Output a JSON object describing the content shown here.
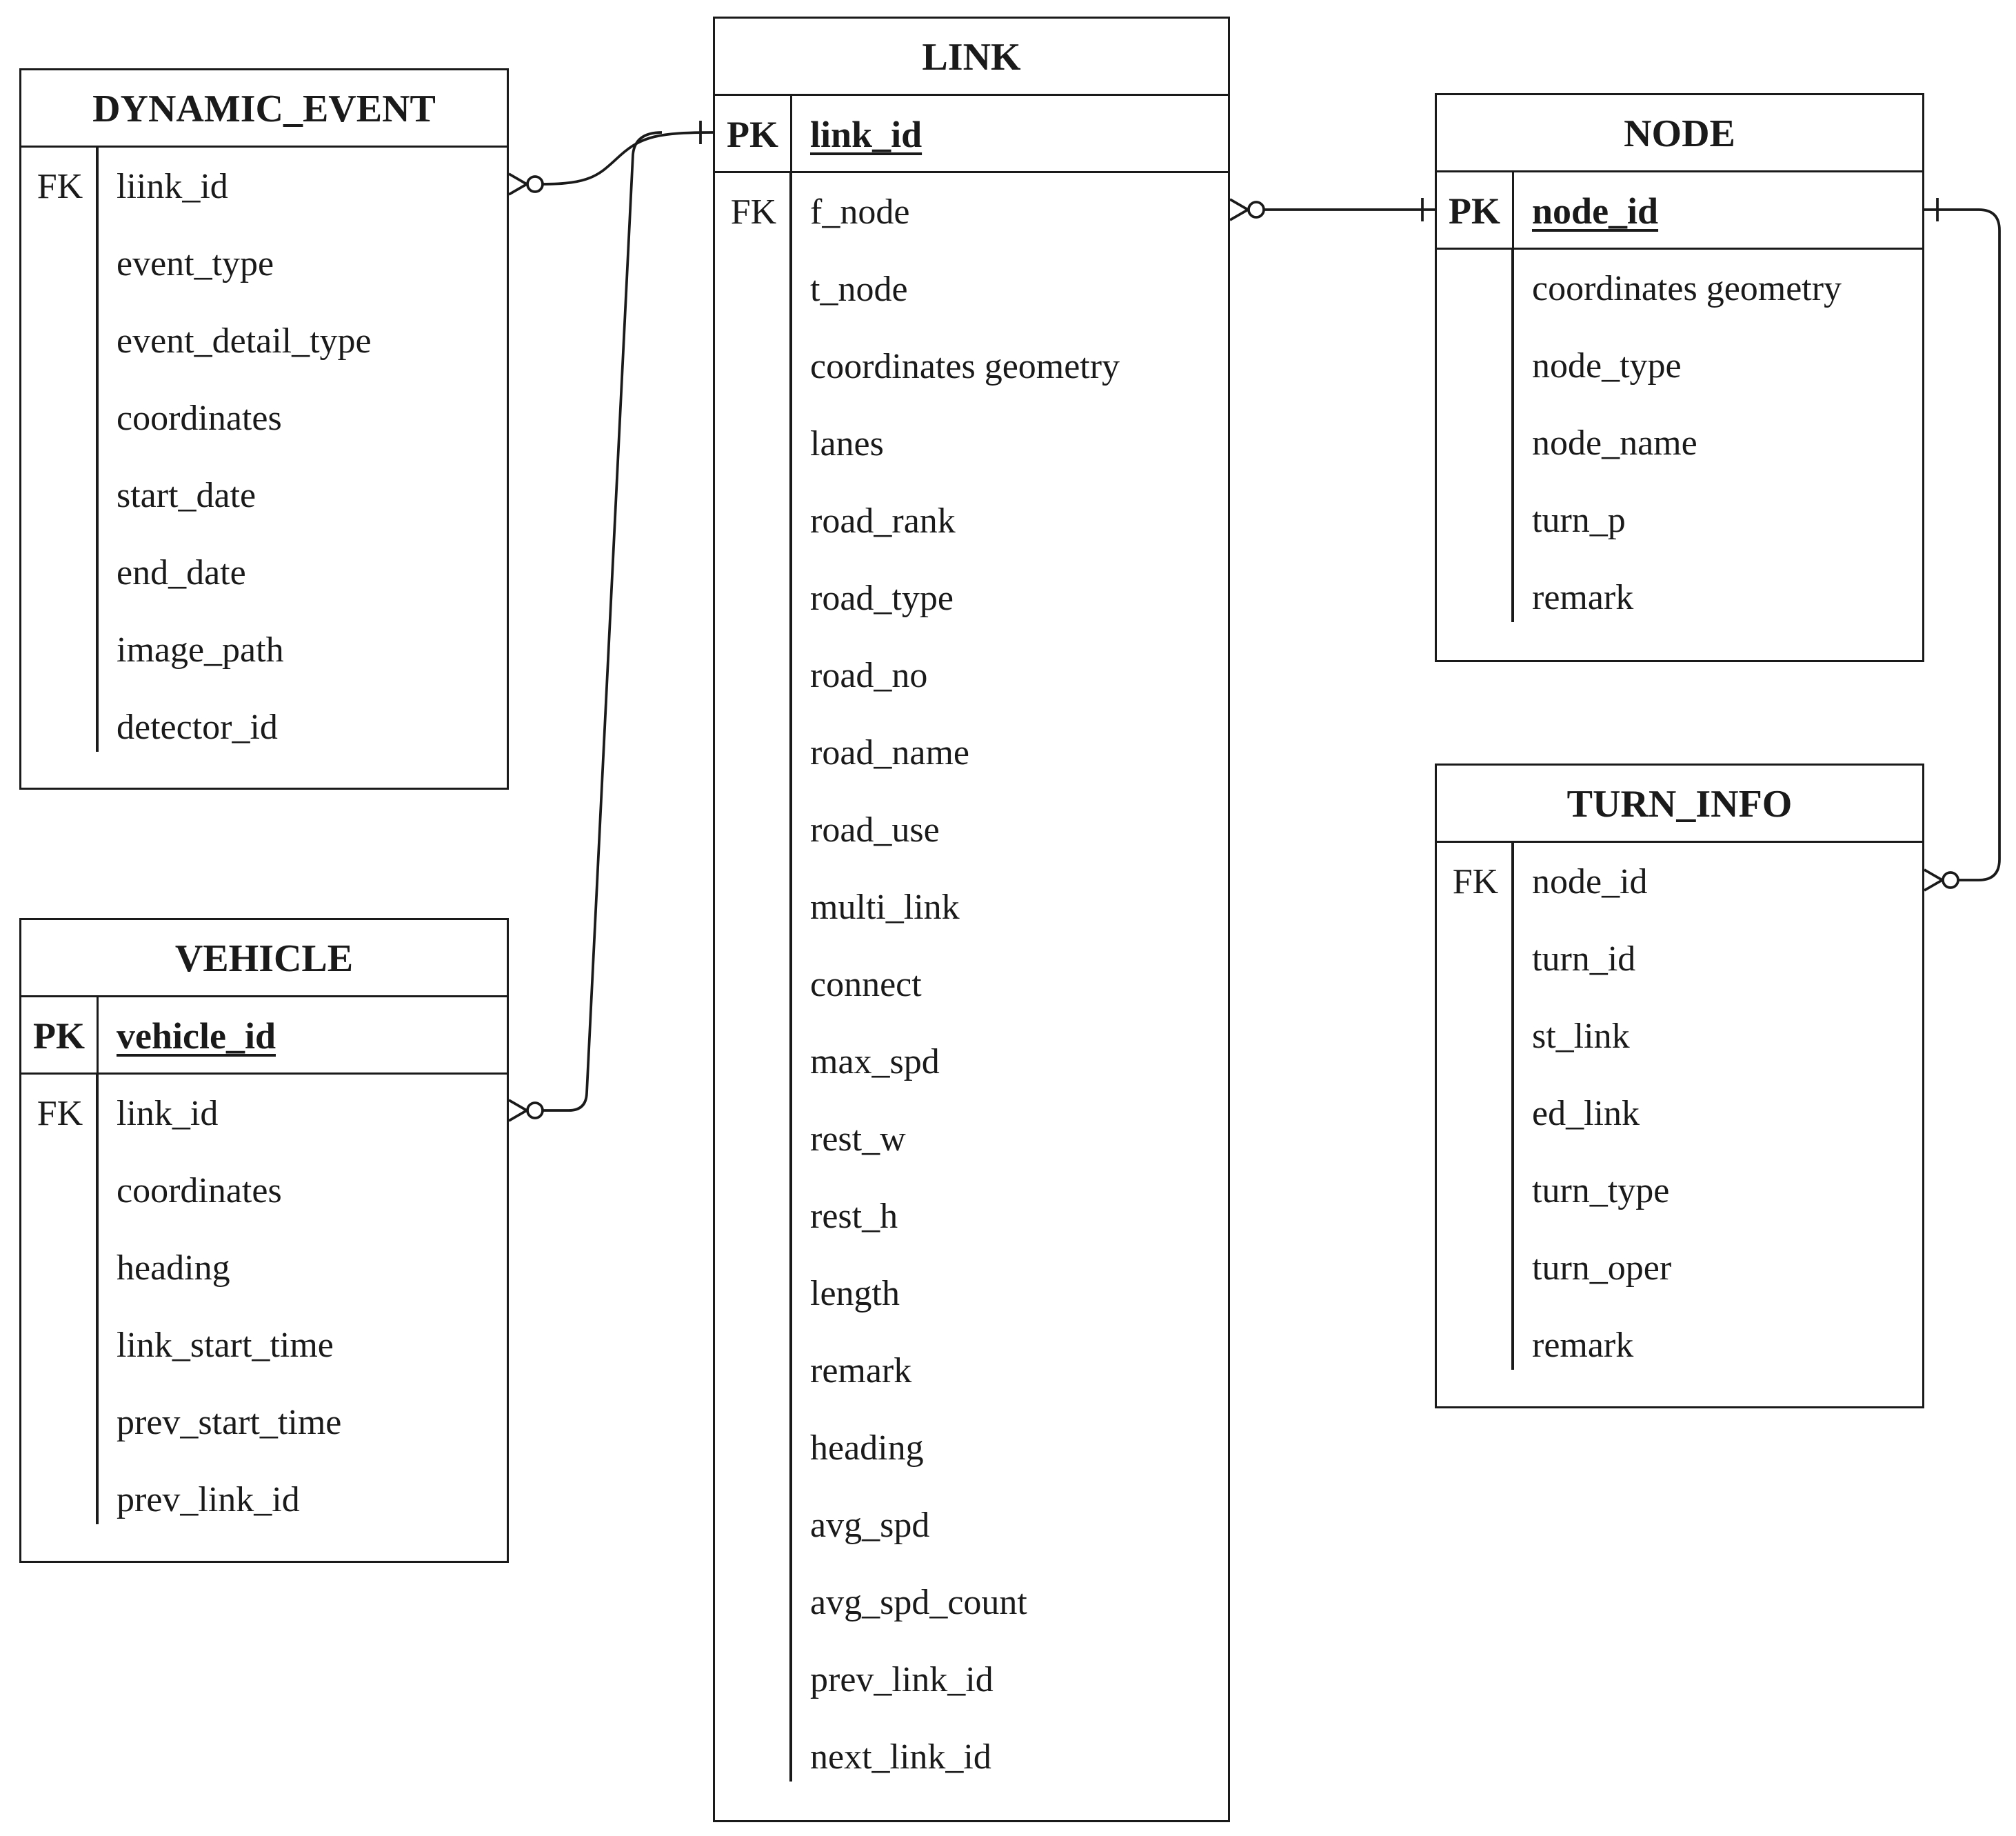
{
  "colors": {
    "line": "#1a1a1a",
    "background": "#ffffff"
  },
  "entities": {
    "dynamic_event": {
      "title": "DYNAMIC_EVENT",
      "attributes": [
        {
          "key": "FK",
          "name": "liink_id"
        },
        {
          "key": "",
          "name": "event_type"
        },
        {
          "key": "",
          "name": "event_detail_type"
        },
        {
          "key": "",
          "name": "coordinates"
        },
        {
          "key": "",
          "name": "start_date"
        },
        {
          "key": "",
          "name": "end_date"
        },
        {
          "key": "",
          "name": "image_path"
        },
        {
          "key": "",
          "name": "detector_id"
        }
      ]
    },
    "vehicle": {
      "title": "VEHICLE",
      "pk": {
        "key": "PK",
        "name": "vehicle_id"
      },
      "attributes": [
        {
          "key": "FK",
          "name": "link_id"
        },
        {
          "key": "",
          "name": "coordinates"
        },
        {
          "key": "",
          "name": "heading"
        },
        {
          "key": "",
          "name": "link_start_time"
        },
        {
          "key": "",
          "name": "prev_start_time"
        },
        {
          "key": "",
          "name": "prev_link_id"
        }
      ]
    },
    "link": {
      "title": "LINK",
      "pk": {
        "key": "PK",
        "name": "link_id"
      },
      "attributes": [
        {
          "key": "FK",
          "name": "f_node"
        },
        {
          "key": "",
          "name": "t_node"
        },
        {
          "key": "",
          "name": "coordinates geometry"
        },
        {
          "key": "",
          "name": "lanes"
        },
        {
          "key": "",
          "name": "road_rank"
        },
        {
          "key": "",
          "name": "road_type"
        },
        {
          "key": "",
          "name": "road_no"
        },
        {
          "key": "",
          "name": "road_name"
        },
        {
          "key": "",
          "name": "road_use"
        },
        {
          "key": "",
          "name": "multi_link"
        },
        {
          "key": "",
          "name": "connect"
        },
        {
          "key": "",
          "name": "max_spd"
        },
        {
          "key": "",
          "name": "rest_w"
        },
        {
          "key": "",
          "name": "rest_h"
        },
        {
          "key": "",
          "name": "length"
        },
        {
          "key": "",
          "name": "remark"
        },
        {
          "key": "",
          "name": "heading"
        },
        {
          "key": "",
          "name": "avg_spd"
        },
        {
          "key": "",
          "name": "avg_spd_count"
        },
        {
          "key": "",
          "name": "prev_link_id"
        },
        {
          "key": "",
          "name": "next_link_id"
        }
      ]
    },
    "node": {
      "title": "NODE",
      "pk": {
        "key": "PK",
        "name": "node_id"
      },
      "attributes": [
        {
          "key": "",
          "name": "coordinates geometry"
        },
        {
          "key": "",
          "name": "node_type"
        },
        {
          "key": "",
          "name": "node_name"
        },
        {
          "key": "",
          "name": "turn_p"
        },
        {
          "key": "",
          "name": "remark"
        }
      ]
    },
    "turn_info": {
      "title": "TURN_INFO",
      "attributes": [
        {
          "key": "FK",
          "name": "node_id"
        },
        {
          "key": "",
          "name": "turn_id"
        },
        {
          "key": "",
          "name": "st_link"
        },
        {
          "key": "",
          "name": "ed_link"
        },
        {
          "key": "",
          "name": "turn_type"
        },
        {
          "key": "",
          "name": "turn_oper"
        },
        {
          "key": "",
          "name": "remark"
        }
      ]
    }
  },
  "relationships": [
    {
      "from": "dynamic_event.liink_id",
      "to": "link.link_id",
      "from_cardinality": "zero-or-many",
      "to_cardinality": "one"
    },
    {
      "from": "vehicle.link_id",
      "to": "link.link_id",
      "from_cardinality": "zero-or-many",
      "to_cardinality": "one"
    },
    {
      "from": "link.f_node",
      "to": "node.node_id",
      "from_cardinality": "zero-or-many",
      "to_cardinality": "one"
    },
    {
      "from": "turn_info.node_id",
      "to": "node.node_id",
      "from_cardinality": "zero-or-many",
      "to_cardinality": "one"
    }
  ]
}
